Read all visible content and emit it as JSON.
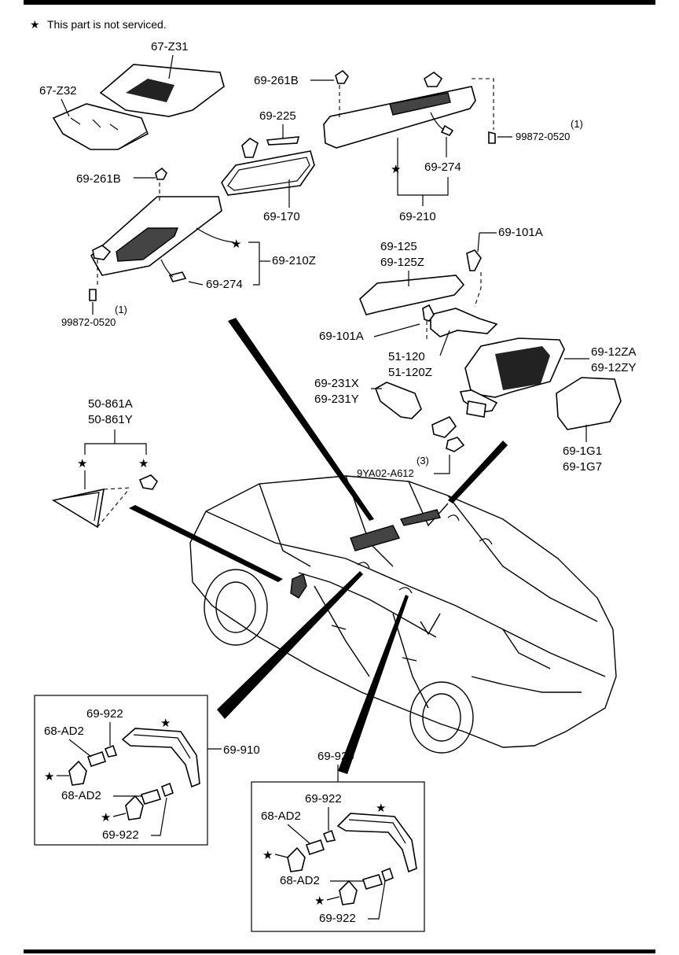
{
  "note": {
    "star": "★",
    "text": "This part is not serviced."
  },
  "labels": {
    "p67z31": "67-Z31",
    "p67z32": "67-Z32",
    "p69261b_top": "69-261B",
    "p69261b_left": "69-261B",
    "p69225": "69-225",
    "p69170": "69-170",
    "p99872_top_qty": "(1)",
    "p99872_top": "99872-0520",
    "p69274_right": "69-274",
    "p69210": "69-210",
    "p69210z": "69-210Z",
    "p69274_left": "69-274",
    "p99872_left_qty": "(1)",
    "p99872_left": "99872-0520",
    "p69101a_top": "69-101A",
    "p69125": "69-125",
    "p69125z": "69-125Z",
    "p69101a_mid": "69-101A",
    "p51120": "51-120",
    "p51120z": "51-120Z",
    "p6912za": "69-12ZA",
    "p6912zy": "69-12ZY",
    "p69231x": "69-231X",
    "p69231y": "69-231Y",
    "p691g1": "69-1G1",
    "p691g7": "69-1G7",
    "p9ya02_qty": "(3)",
    "p9ya02": "9YA02-A612",
    "p50861a": "50-861A",
    "p50861y": "50-861Y",
    "p69910": "69-910",
    "p69920": "69-920",
    "b1_69922_top": "69-922",
    "b1_68ad2_top": "68-AD2",
    "b1_68ad2_bot": "68-AD2",
    "b1_69922_bot": "69-922",
    "b2_69922_top": "69-922",
    "b2_68ad2_top": "68-AD2",
    "b2_68ad2_bot": "68-AD2",
    "b2_69922_bot": "69-922"
  },
  "star": "★"
}
